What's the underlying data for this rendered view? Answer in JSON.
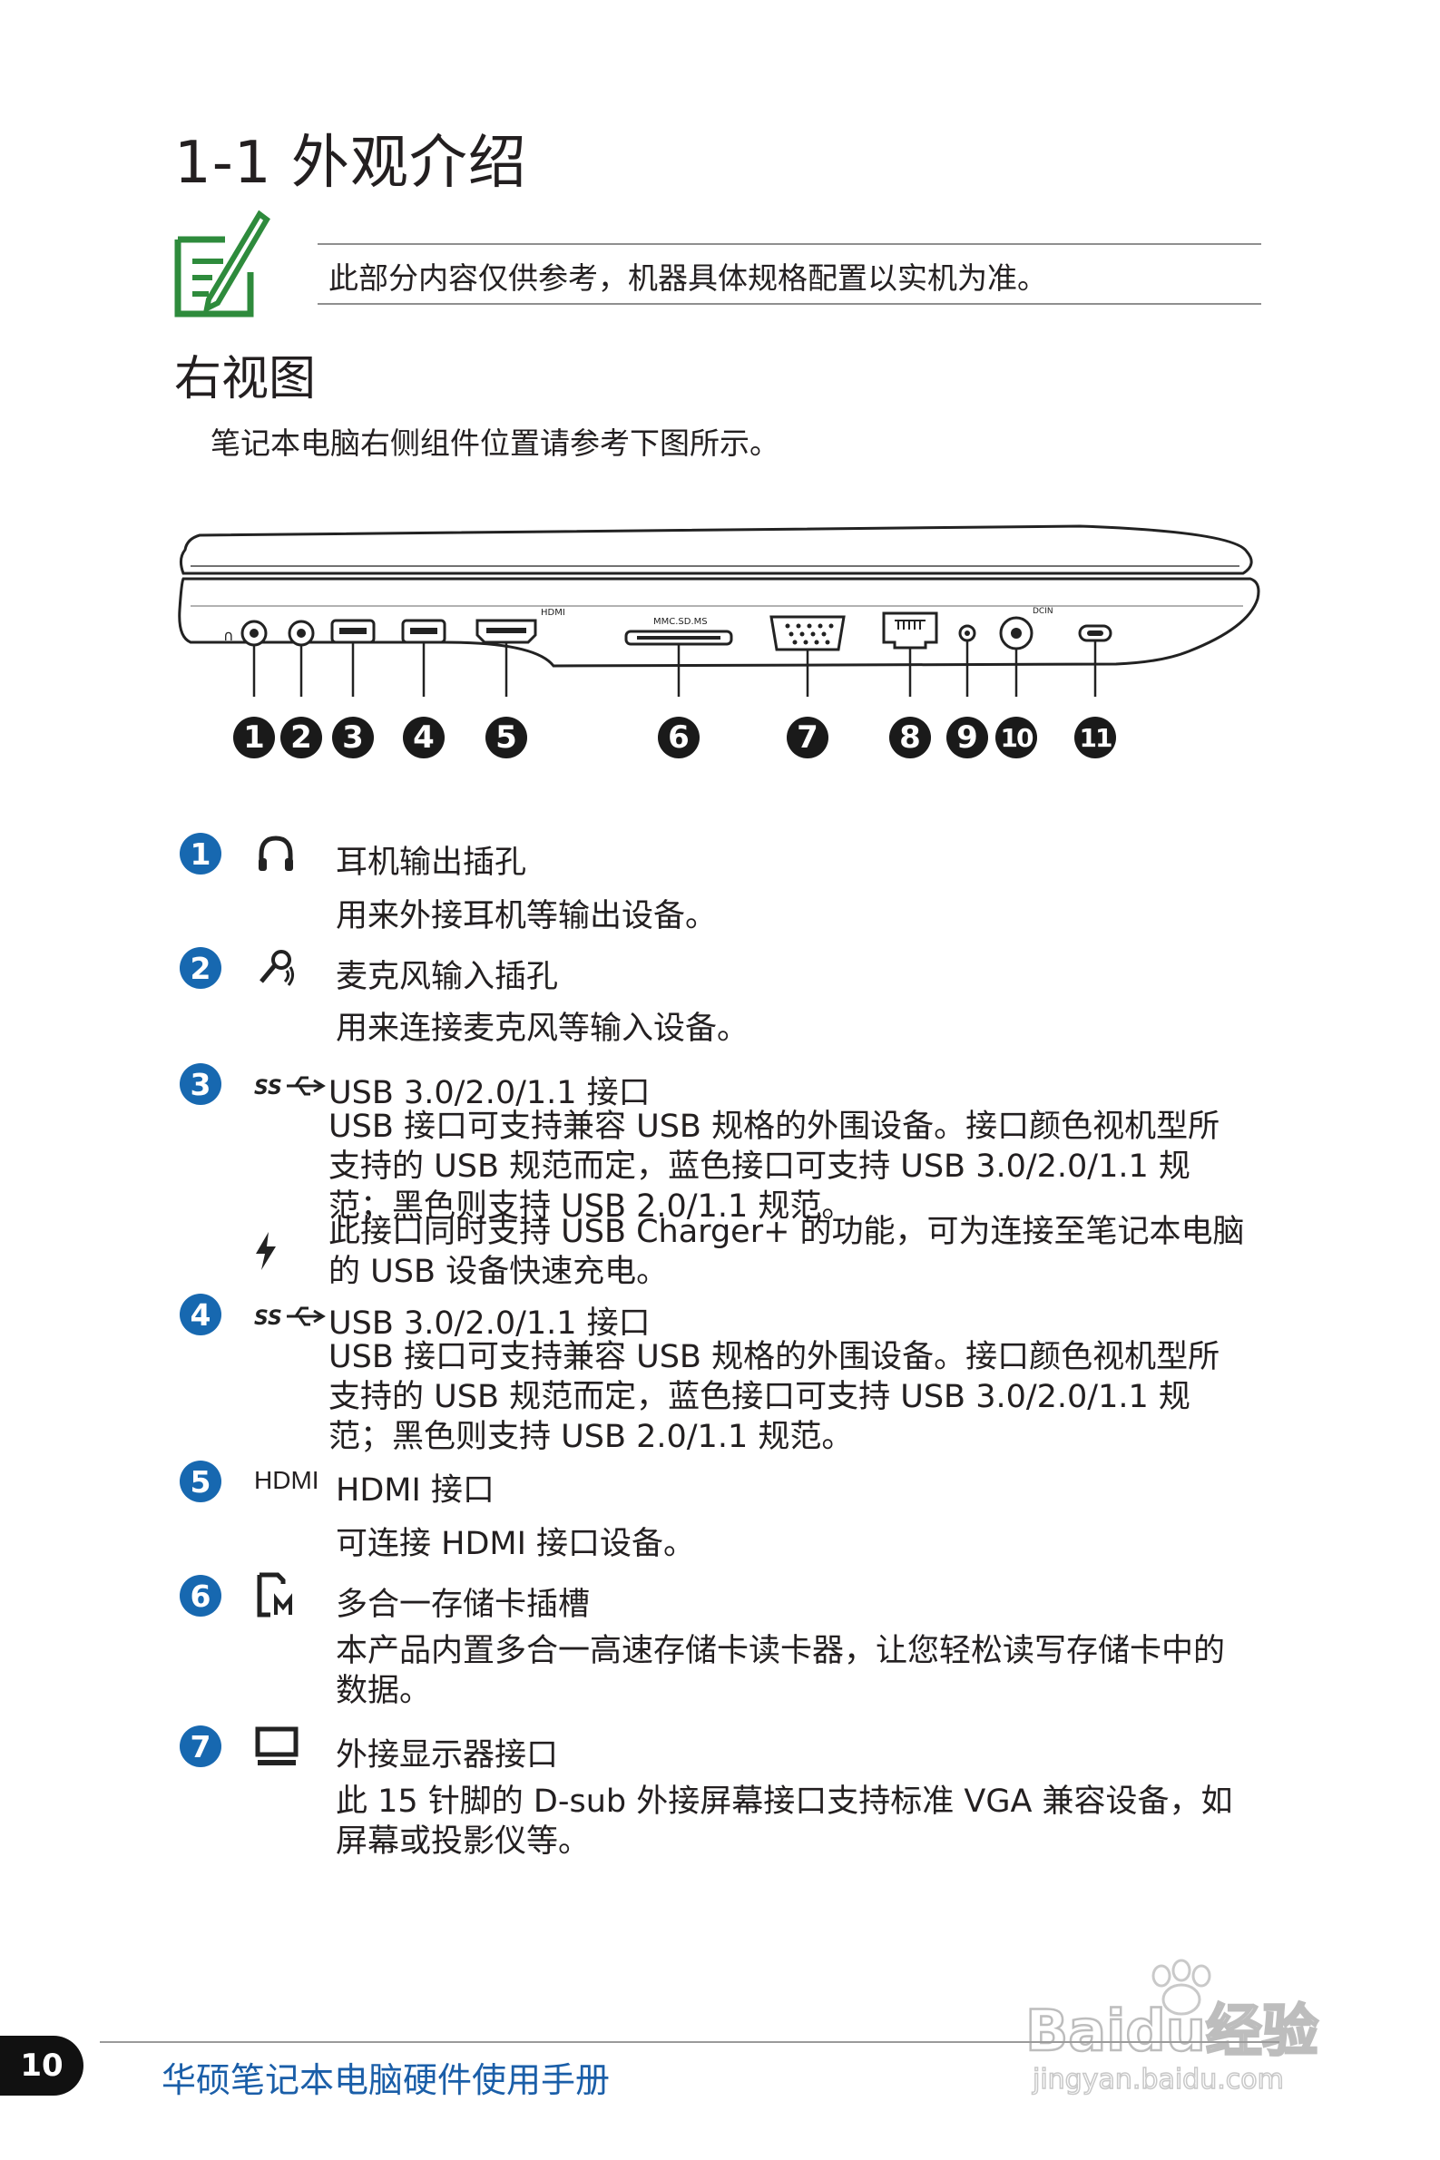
{
  "header": {
    "title": "1-1 外观介绍"
  },
  "note": {
    "text": "此部分内容仅供参考，机器具体规格配置以实机为准。"
  },
  "section": {
    "title": "右视图",
    "intro": "笔记本电脑右侧组件位置请参考下图所示。"
  },
  "diagram": {
    "numbers": [
      "1",
      "2",
      "3",
      "4",
      "5",
      "6",
      "7",
      "8",
      "9",
      "10",
      "11"
    ],
    "port_labels": {
      "hdmi": "HDMI",
      "card": "MMC.SD.MS",
      "dcin": "DCIN"
    }
  },
  "items": [
    {
      "num": "1",
      "icon": "headphone-icon",
      "title": "耳机输出插孔",
      "desc": "用来外接耳机等输出设备。"
    },
    {
      "num": "2",
      "icon": "microphone-icon",
      "title": "麦克风输入插孔",
      "desc": "用来连接麦克风等输入设备。"
    },
    {
      "num": "3",
      "icon": "usb3-icon",
      "title": "USB 3.0/2.0/1.1 接口",
      "desc": "USB 接口可支持兼容 USB 规格的外围设备。接口颜色视机型所支持的 USB 规范而定，蓝色接口可支持 USB 3.0/2.0/1.1 规范；黑色则支持 USB 2.0/1.1 规范。",
      "extra_icon": "lightning-icon",
      "extra": "此接口同时支持 USB Charger+ 的功能，可为连接至笔记本电脑的 USB 设备快速充电。"
    },
    {
      "num": "4",
      "icon": "usb3-icon",
      "title": "USB 3.0/2.0/1.1 接口",
      "desc": "USB 接口可支持兼容 USB 规格的外围设备。接口颜色视机型所支持的 USB 规范而定，蓝色接口可支持 USB 3.0/2.0/1.1 规范；黑色则支持 USB 2.0/1.1 规范。"
    },
    {
      "num": "5",
      "icon": "hdmi-icon",
      "icon_text": "HDMI",
      "title": "HDMI 接口",
      "desc": "可连接 HDMI 接口设备。"
    },
    {
      "num": "6",
      "icon": "memory-card-icon",
      "title": "多合一存储卡插槽",
      "desc": "本产品内置多合一高速存储卡读卡器，让您轻松读写存储卡中的数据。"
    },
    {
      "num": "7",
      "icon": "monitor-icon",
      "title": "外接显示器接口",
      "desc": "此 15 针脚的 D-sub 外接屏幕接口支持标准 VGA 兼容设备，如屏幕或投影仪等。"
    }
  ],
  "footer": {
    "page": "10",
    "text": "华硕笔记本电脑硬件使用手册"
  },
  "watermark": {
    "brand": "Baidu经验",
    "url": "jingyan.baidu.com"
  },
  "colors": {
    "accent": "#1768b0",
    "note_icon": "#2e8b3c",
    "footer_text": "#1a5ea8"
  }
}
